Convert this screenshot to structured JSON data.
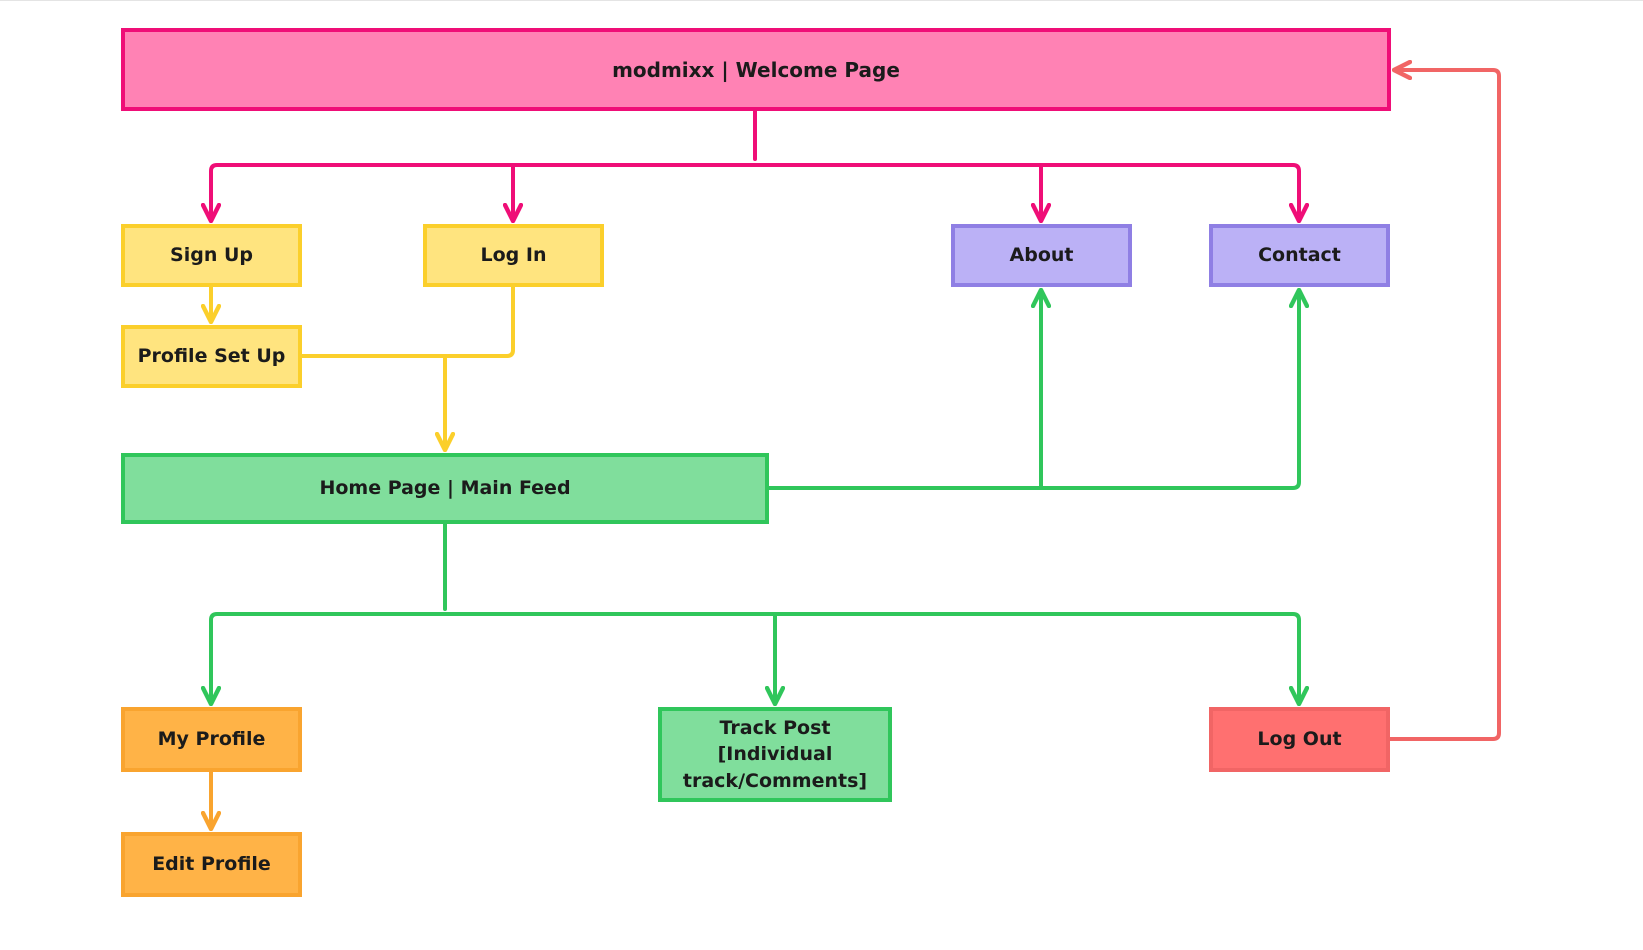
{
  "nodes": {
    "welcome": "modmixx | Welcome Page",
    "sign_up": "Sign Up",
    "log_in": "Log In",
    "about": "About",
    "contact": "Contact",
    "profile_set_up": "Profile Set Up",
    "home": "Home Page | Main Feed",
    "my_profile": "My Profile",
    "track_post": [
      "Track Post",
      "[Individual",
      "track/Comments]"
    ],
    "log_out": "Log Out",
    "edit_profile": "Edit Profile"
  },
  "colors": {
    "pink_fill": "#ff82b4",
    "pink_stroke": "#ef0e77",
    "yellow_fill": "#ffe47f",
    "yellow_stroke": "#fbcf2b",
    "purple_fill": "#bbb1f6",
    "purple_stroke": "#8f7fe4",
    "green_fill": "#80de9c",
    "green_stroke": "#30c65b",
    "orange_fill": "#ffb347",
    "orange_stroke": "#f9a42f",
    "red_fill": "#ff7070",
    "red_stroke": "#f16565"
  }
}
